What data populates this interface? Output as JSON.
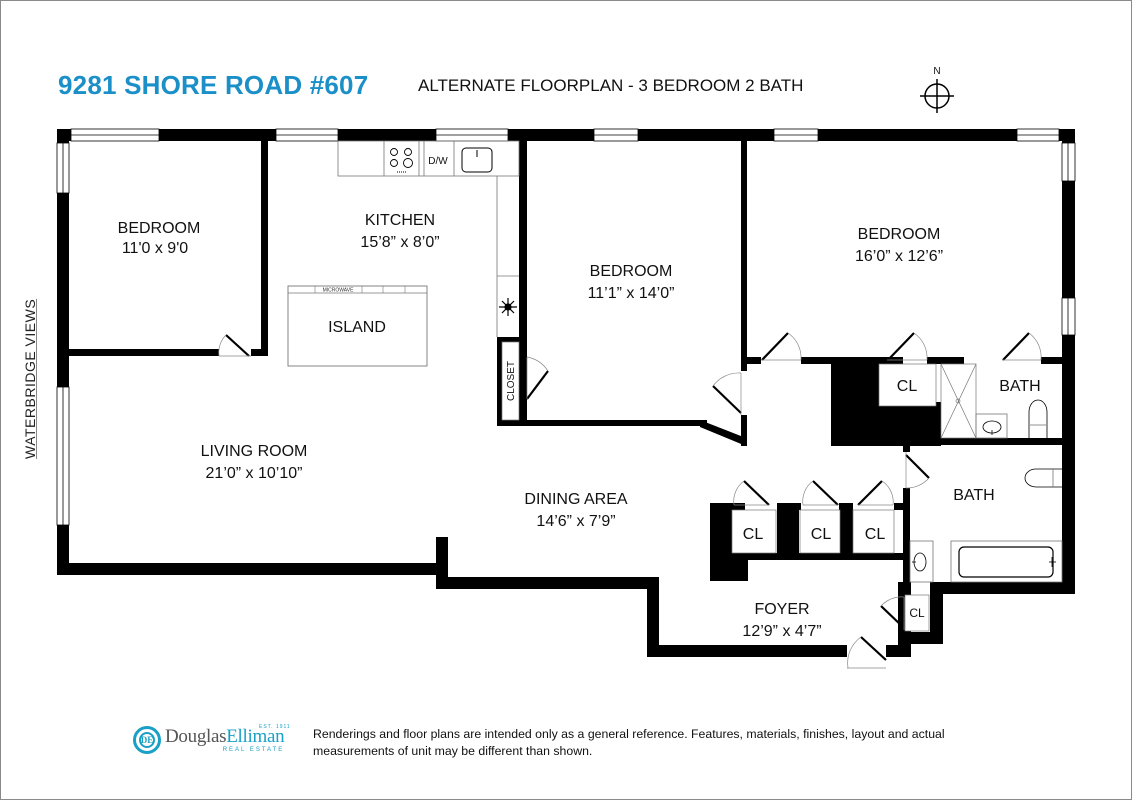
{
  "header": {
    "title": "9281 SHORE ROAD #607",
    "subtitle": "ALTERNATE FLOORPLAN - 3 BEDROOM 2 BATH",
    "compass_label": "N"
  },
  "side_label": {
    "text": "WATERBRIDGE VIEWS"
  },
  "rooms": {
    "bedroom_1": {
      "name": "BEDROOM",
      "dims": "11'0 x 9'0"
    },
    "kitchen": {
      "name": "KITCHEN",
      "dims": "15’8” x 8’0”"
    },
    "island": {
      "name": "ISLAND",
      "appliance": "MICROWAVE"
    },
    "dishwasher": {
      "name": "D/W"
    },
    "bedroom_2": {
      "name": "BEDROOM",
      "dims": "11’1” x 14’0”"
    },
    "bedroom_3": {
      "name": "BEDROOM",
      "dims": "16’0” x 12’6”"
    },
    "closet": {
      "name": "CLOSET"
    },
    "living_room": {
      "name": "LIVING ROOM",
      "dims": "21’0” x 10’10”"
    },
    "dining_area": {
      "name": "DINING AREA",
      "dims": "14’6” x 7’9”"
    },
    "foyer": {
      "name": "FOYER",
      "dims": "12’9” x 4’7”"
    },
    "bath_1": {
      "name": "BATH"
    },
    "bath_2": {
      "name": "BATH"
    },
    "closets": [
      "CL",
      "CL",
      "CL",
      "CL",
      "CL"
    ]
  },
  "footer": {
    "logo": {
      "mark": "DE",
      "name_part1": "Douglas",
      "name_part2": "Elliman",
      "established": "EST. 1911",
      "subtitle": "REAL ESTATE"
    },
    "disclaimer": "Renderings and floor plans are intended only as a general reference. Features, materials, finishes, layout and actual measurements of unit may be different than shown."
  },
  "colors": {
    "title": "#1b8fc8",
    "brand": "#1aa0c6",
    "wall": "#000000",
    "background": "#ffffff"
  }
}
